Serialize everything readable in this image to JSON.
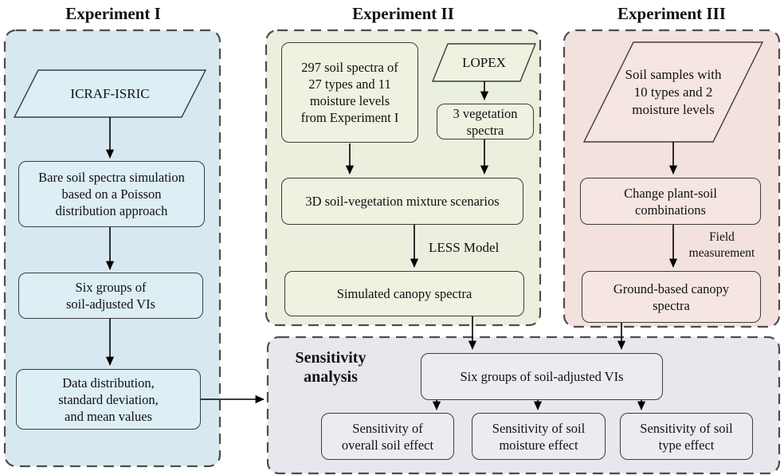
{
  "figure": {
    "experiment1": {
      "title": "Experiment I",
      "source": "ICRAF-ISRIC",
      "step1": "Bare soil spectra simulation\nbased on a Poisson\ndistribution approach",
      "step2": "Six groups of\nsoil-adjusted VIs",
      "step3": "Data distribution,\nstandard deviation,\nand mean values"
    },
    "experiment2": {
      "title": "Experiment II",
      "soil_input": "297 soil spectra of\n27 types and 11\nmoisture levels\nfrom Experiment I",
      "source": "LOPEX",
      "vegetation": "3 vegetation\nspectra",
      "mixture": "3D soil-vegetation mixture scenarios",
      "model_label": "LESS Model",
      "output": "Simulated canopy spectra"
    },
    "experiment3": {
      "title": "Experiment III",
      "source": "Soil samples with\n10 types and 2\nmoisture levels",
      "step1": "Change plant-soil\ncombinations",
      "field_label": "Field\nmeasurement",
      "output": "Ground-based canopy\nspectra"
    },
    "sensitivity": {
      "label": "Sensitivity\nanalysis",
      "vis_box": "Six groups of soil-adjusted VIs",
      "overall": "Sensitivity of\noverall soil effect",
      "moisture": "Sensitivity of soil\nmoisture effect",
      "type": "Sensitivity of soil\ntype effect"
    },
    "colors": {
      "exp1_fill": "#d7e8f0",
      "exp1_box": "#ddeef5",
      "exp2_fill": "#eaf0dd",
      "exp2_box": "#edf2e1",
      "exp3_fill": "#f3e1dd",
      "exp3_box": "#f6e6e2",
      "sens_fill": "#e9e7ee",
      "sens_box": "#edebf2",
      "border_dark": "#3c3c3c",
      "dash_border": "#4d4d4d"
    }
  }
}
